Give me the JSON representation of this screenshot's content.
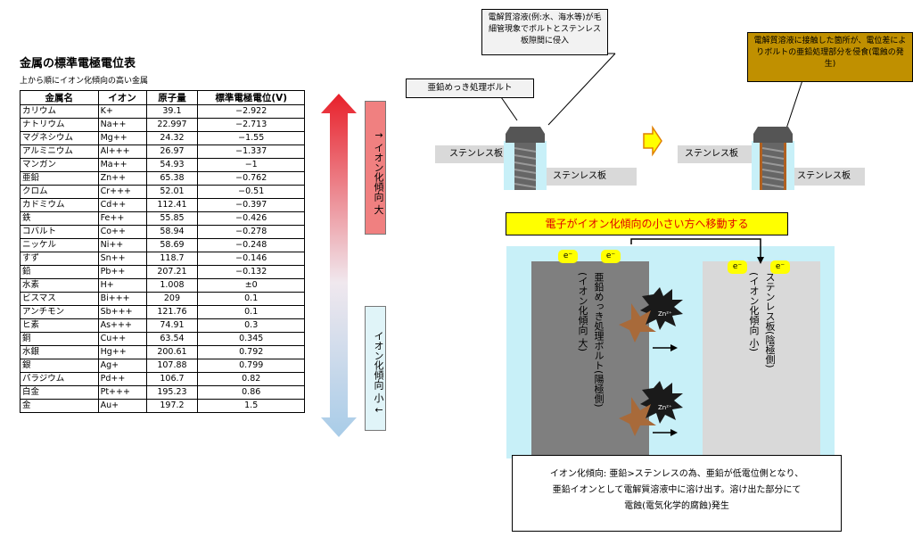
{
  "table": {
    "title": "金属の標準電極電位表",
    "subtitle": "上から順にイオン化傾向の高い金属",
    "headers": [
      "金属名",
      "イオン",
      "原子量",
      "標準電極電位(V)"
    ],
    "rows": [
      [
        "カリウム",
        "K+",
        "39.1",
        "−2.922"
      ],
      [
        "ナトリウム",
        "Na++",
        "22.997",
        "−2.713"
      ],
      [
        "マグネシウム",
        "Mg++",
        "24.32",
        "−1.55"
      ],
      [
        "アルミニウム",
        "Al+++",
        "26.97",
        "−1.337"
      ],
      [
        "マンガン",
        "Ma++",
        "54.93",
        "−1"
      ],
      [
        "亜鉛",
        "Zn++",
        "65.38",
        "−0.762"
      ],
      [
        "クロム",
        "Cr+++",
        "52.01",
        "−0.51"
      ],
      [
        "カドミウム",
        "Cd++",
        "112.41",
        "−0.397"
      ],
      [
        "鉄",
        "Fe++",
        "55.85",
        "−0.426"
      ],
      [
        "コバルト",
        "Co++",
        "58.94",
        "−0.278"
      ],
      [
        "ニッケル",
        "Ni++",
        "58.69",
        "−0.248"
      ],
      [
        "すず",
        "Sn++",
        "118.7",
        "−0.146"
      ],
      [
        "鉛",
        "Pb++",
        "207.21",
        "−0.132"
      ],
      [
        "水素",
        "H+",
        "1.008",
        "±0"
      ],
      [
        "ビスマス",
        "Bi+++",
        "209",
        "0.1"
      ],
      [
        "アンチモン",
        "Sb+++",
        "121.76",
        "0.1"
      ],
      [
        "ヒ素",
        "As+++",
        "74.91",
        "0.3"
      ],
      [
        "銅",
        "Cu++",
        "63.54",
        "0.345"
      ],
      [
        "水銀",
        "Hg++",
        "200.61",
        "0.792"
      ],
      [
        "銀",
        "Ag+",
        "107.88",
        "0.799"
      ],
      [
        "パラジウム",
        "Pd++",
        "106.7",
        "0.82"
      ],
      [
        "白金",
        "Pt+++",
        "195.23",
        "0.86"
      ],
      [
        "金",
        "Au+",
        "197.2",
        "1.5"
      ]
    ]
  },
  "tendency": {
    "high_label": "↑ イオン化傾向 大",
    "low_label": "イオン化傾向 小 ↓"
  },
  "diagram": {
    "callout_electrolyte": "電解質溶液(例:水、海水等)が毛細管現象でボルトとステンレス板隙間に侵入",
    "callout_bolt": "亜鉛めっき処理ボルト",
    "callout_corrosion": "電解質溶液に接触した箇所が、電位差によりボルトの亜鉛処理部分を侵食(電蝕の発生)",
    "plate_label": "ステンレス板",
    "electron_move": "電子がイオン化傾向の小さい方へ移動する",
    "electron": "e⁻",
    "zn_ion": "Zn²⁺",
    "anode_label": "亜鉛めっき処理ボルト(陽極側)",
    "anode_sub": "(イオン化傾向 大)",
    "cathode_label": "ステンレス板(陰極側)",
    "cathode_sub": "(イオン化傾向 小)",
    "explanation_1": "イオン化傾向: 亜鉛>ステンレスの為、亜鉛が低電位側となり、",
    "explanation_2": "亜鉛イオンとして電解質溶液中に溶け出す。溶け出た部分にて",
    "explanation_3": "電蝕(電気化学的腐蝕)発生"
  },
  "colors": {
    "tendency_high": "#f08080",
    "tendency_low": "#e0f4f8",
    "arrow_top": "#e8202a",
    "arrow_bottom": "#a8cce8",
    "solution": "#c8f0f8",
    "anode": "#7f7f7f",
    "cathode": "#d9d9d9",
    "electron_badge": "#ffff00",
    "corrosion_callout": "#c09000",
    "banner": "#ffff00"
  }
}
